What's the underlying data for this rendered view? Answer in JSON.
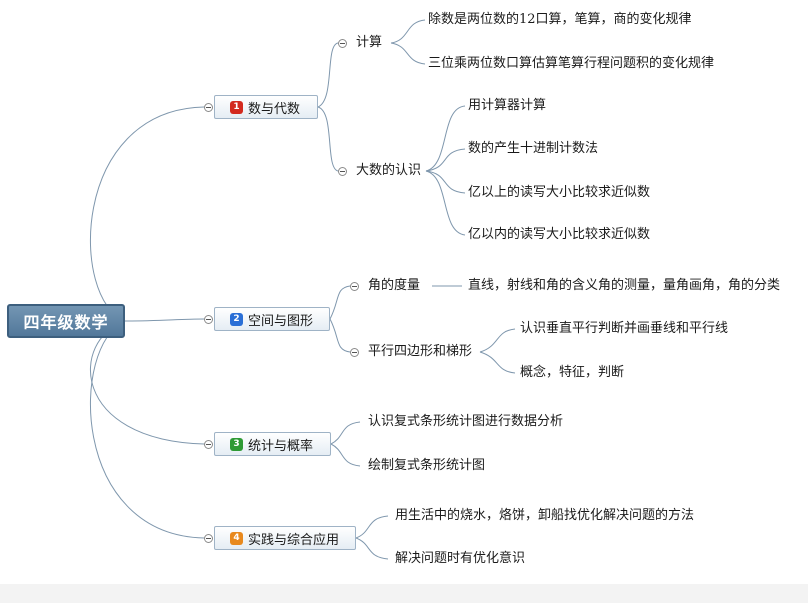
{
  "colors": {
    "badge_1": "#d32a1f",
    "badge_2": "#2a6fd6",
    "badge_3": "#2e9a34",
    "badge_4": "#e8891e",
    "connector": "#7f97ad",
    "root_fill": "#5f85a6"
  },
  "root": {
    "label": "四年级数学"
  },
  "branches": [
    {
      "badge": "1",
      "label": "数与代数",
      "children": [
        {
          "label": "计算",
          "children": [
            "除数是两位数的12口算，笔算，商的变化规律",
            "三位乘两位数口算估算笔算行程问题积的变化规律"
          ]
        },
        {
          "label": "大数的认识",
          "children": [
            "用计算器计算",
            "数的产生十进制计数法",
            "亿以上的读写大小比较求近似数",
            "亿以内的读写大小比较求近似数"
          ]
        }
      ]
    },
    {
      "badge": "2",
      "label": "空间与图形",
      "children": [
        {
          "label": "角的度量",
          "children": [
            "直线，射线和角的含义角的测量，量角画角，角的分类"
          ]
        },
        {
          "label": "平行四边形和梯形",
          "children": [
            "认识垂直平行判断并画垂线和平行线",
            "概念，特征，判断"
          ]
        }
      ]
    },
    {
      "badge": "3",
      "label": "统计与概率",
      "children": [
        "认识复式条形统计图进行数据分析",
        "绘制复式条形统计图"
      ]
    },
    {
      "badge": "4",
      "label": "实践与综合应用",
      "children": [
        "用生活中的烧水，烙饼，卸船找优化解决问题的方法",
        "解决问题时有优化意识"
      ]
    }
  ]
}
